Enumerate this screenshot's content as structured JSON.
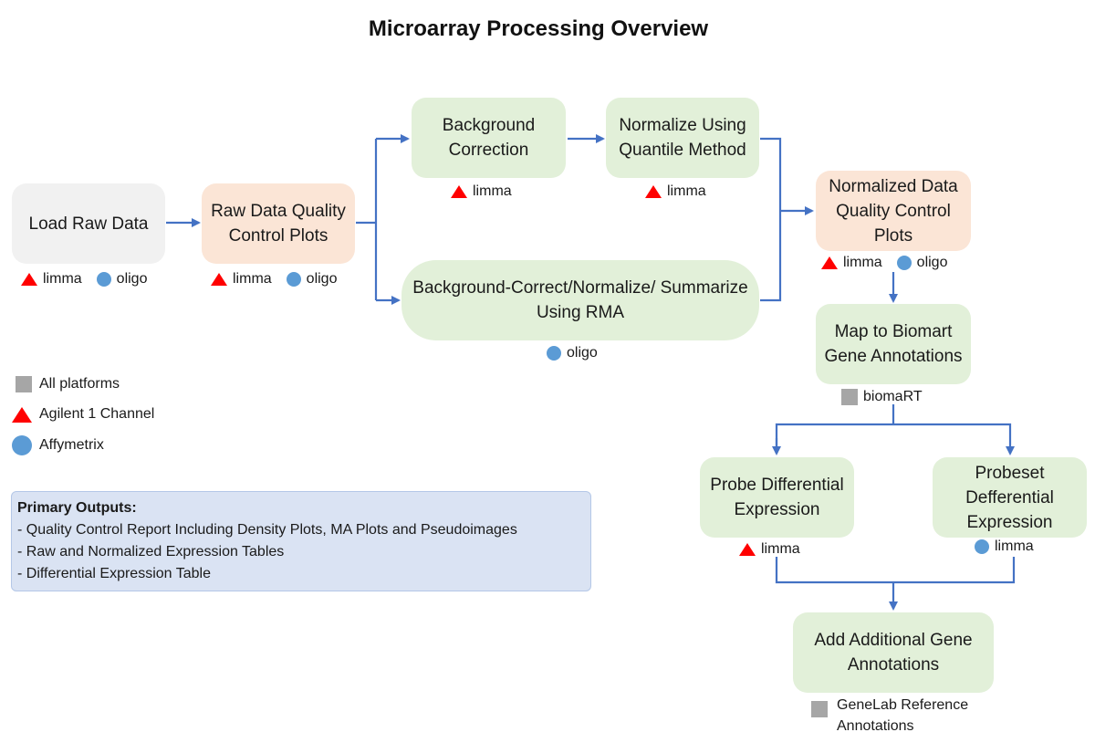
{
  "title": "Microarray Processing Overview",
  "colors": {
    "arrow": "#4472c4",
    "triangle": "#ff0000",
    "circle": "#5b9bd5",
    "square": "#a6a6a6",
    "gray_box": "#f1f1f1",
    "peach_box": "#fbe5d6",
    "green_box": "#e2f0d9",
    "outputs_box": "#dae3f3"
  },
  "nodes": {
    "load_raw": "Load Raw Data",
    "raw_qc": "Raw Data Quality Control Plots",
    "bg_correction": "Background Correction",
    "normalize_quantile": "Normalize Using Quantile Method",
    "rma": "Background-Correct/Normalize/ Summarize Using RMA",
    "norm_qc": "Normalized Data Quality Control Plots",
    "biomart": "Map to Biomart Gene Annotations",
    "probe_de": "Probe Differential Expression",
    "probeset_de": "Probeset Defferential Expression",
    "add_annot": "Add Additional Gene Annotations"
  },
  "tools": {
    "limma": "limma",
    "oligo": "oligo",
    "biomart": "biomaRT",
    "genelab_line1": "GeneLab Reference",
    "genelab_line2": "Annotations"
  },
  "legend": {
    "all_platforms": "All platforms",
    "agilent": "Agilent 1 Channel",
    "affymetrix": "Affymetrix"
  },
  "outputs": {
    "header": "Primary Outputs:",
    "items": [
      "- Quality Control Report Including Density Plots, MA Plots and Pseudoimages",
      "- Raw and Normalized Expression Tables",
      "- Differential Expression Table"
    ]
  }
}
